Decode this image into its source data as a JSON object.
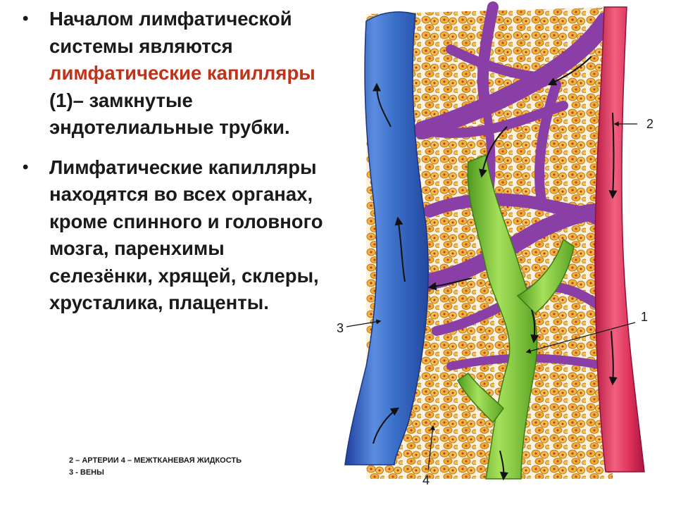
{
  "bullets": [
    {
      "lead": "Началом лимфатической системы являются ",
      "highlight": "лимфатические капилляры",
      "tail": " (1)– замкнутые эндотелиальные трубки."
    },
    {
      "lead": "Лимфатические капилляры находятся во всех органах, кроме спинного и головного мозга, паренхимы селезёнки, хрящей, склеры, хрусталика, плаценты.",
      "highlight": "",
      "tail": ""
    }
  ],
  "footnote": {
    "line1": "2 – АРТЕРИИ 4 – МЕЖТКАНЕВАЯ ЖИДКОСТЬ",
    "line2": "3 - ВЕНЫ"
  },
  "labels": {
    "n1": "1",
    "n2": "2",
    "n3": "3",
    "n4": "4"
  },
  "colors": {
    "accent": "#c0321a",
    "vein": "#3a6fc8",
    "artery": "#e0325a",
    "capillary": "#8a3fa6",
    "lymph": "#7cc63a",
    "tissue": "#f2b33c"
  }
}
